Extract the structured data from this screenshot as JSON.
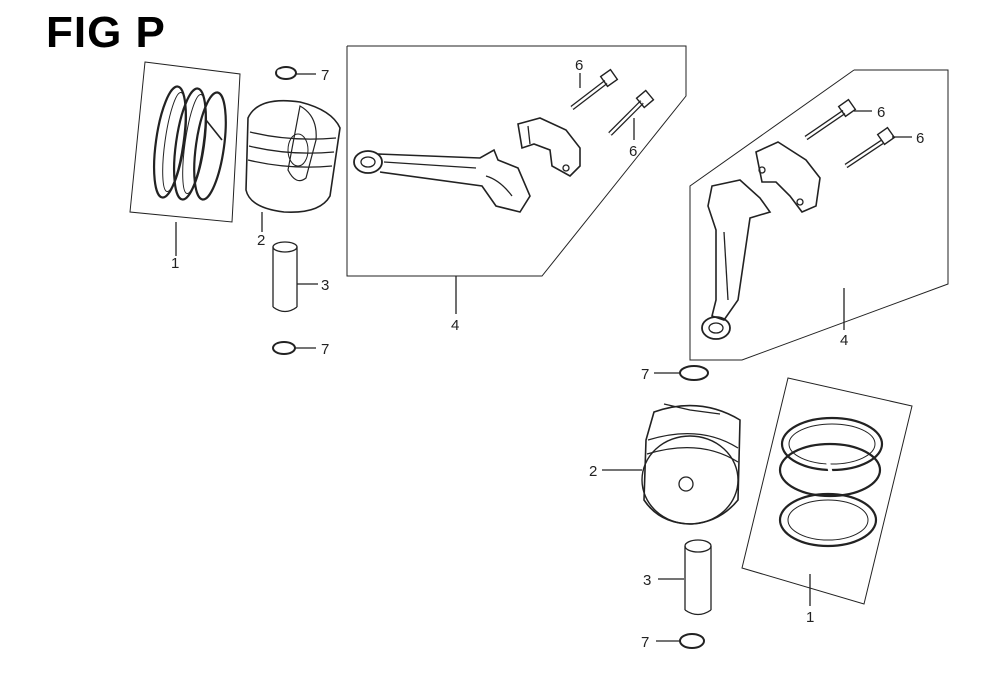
{
  "figure": {
    "title": "FIG P"
  },
  "callouts": {
    "left_rings": "1",
    "left_piston": "2",
    "left_pin": "3",
    "left_clip_top": "7",
    "left_clip_bottom": "7",
    "left_rod": "4",
    "left_bolt_a": "6",
    "left_bolt_b": "6",
    "right_bolt_a": "6",
    "right_bolt_b": "6",
    "right_rod": "4",
    "right_clip_top": "7",
    "right_piston": "2",
    "right_rings": "1",
    "right_pin": "3",
    "right_clip_bottom": "7"
  },
  "colors": {
    "ink": "#222222",
    "paper": "#ffffff"
  }
}
